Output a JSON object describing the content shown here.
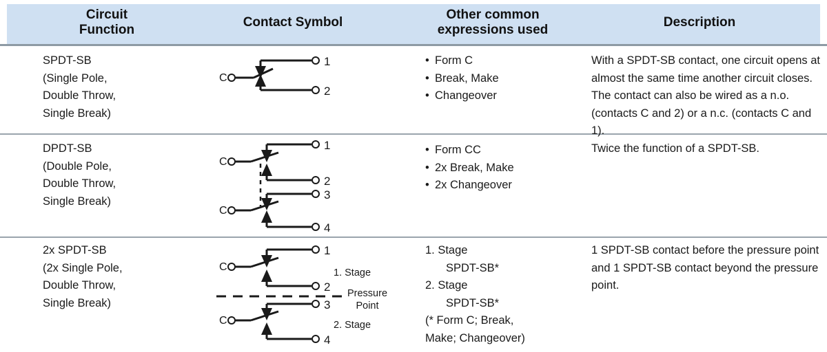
{
  "header": {
    "columns": [
      {
        "id": "circuit-function",
        "line1": "Circuit",
        "line2": "Function"
      },
      {
        "id": "contact-symbol",
        "line1": "Contact Symbol",
        "line2": ""
      },
      {
        "id": "other-expressions",
        "line1": "Other common",
        "line2": "expressions used"
      },
      {
        "id": "description",
        "line1": "Description",
        "line2": ""
      }
    ],
    "background_color": "#cfe0f2"
  },
  "rows": [
    {
      "id": "spdt-sb",
      "function": [
        "SPDT-SB",
        "(Single Pole,",
        "Double Throw,",
        "Single Break)"
      ],
      "expressions": [
        "Form C",
        "Break, Make",
        "Changeover"
      ],
      "description": "With a SPDT-SB contact, one circuit opens at almost the same time another circuit closes. The contact can also be wired as a n.o. (contacts C and 2) or a n.c. (contacts C and 1).",
      "symbol": {
        "type": "spdt",
        "common_labels": [
          "C"
        ],
        "terminal_labels": [
          "1",
          "2"
        ]
      }
    },
    {
      "id": "dpdt-sb",
      "function": [
        "DPDT-SB",
        "(Double Pole,",
        "Double Throw,",
        "Single Break)"
      ],
      "expressions": [
        "Form CC",
        "2x Break, Make",
        "2x Changeover"
      ],
      "description": "Twice the function of a SPDT-SB.",
      "symbol": {
        "type": "dpdt",
        "common_labels": [
          "C",
          "C"
        ],
        "terminal_labels": [
          "1",
          "2",
          "3",
          "4"
        ],
        "coupling": "vertical-dashed-line"
      }
    },
    {
      "id": "2x-spdt-sb",
      "function": [
        "2x SPDT-SB",
        "(2x Single Pole,",
        "Double Throw,",
        "Single Break)"
      ],
      "expressions_list": [
        {
          "text": "1. Stage",
          "indent": false
        },
        {
          "text": "SPDT-SB*",
          "indent": true
        },
        {
          "text": "2. Stage",
          "indent": false
        },
        {
          "text": "SPDT-SB*",
          "indent": true
        },
        {
          "text": "(* Form C; Break,",
          "indent": false
        },
        {
          "text": "Make; Changeover)",
          "indent": false
        }
      ],
      "description": "1 SPDT-SB contact before the pressure point and 1 SPDT-SB contact beyond the pressure point.",
      "symbol": {
        "type": "two-stage-spdt",
        "common_labels": [
          "C",
          "C"
        ],
        "terminal_labels": [
          "1",
          "2",
          "3",
          "4"
        ],
        "stage_1_label": "1. Stage",
        "stage_2_label": "2. Stage",
        "pressure_point_label_line1": "Pressure",
        "pressure_point_label_line2": "Point",
        "separator": "horizontal-dashed-line"
      }
    }
  ]
}
